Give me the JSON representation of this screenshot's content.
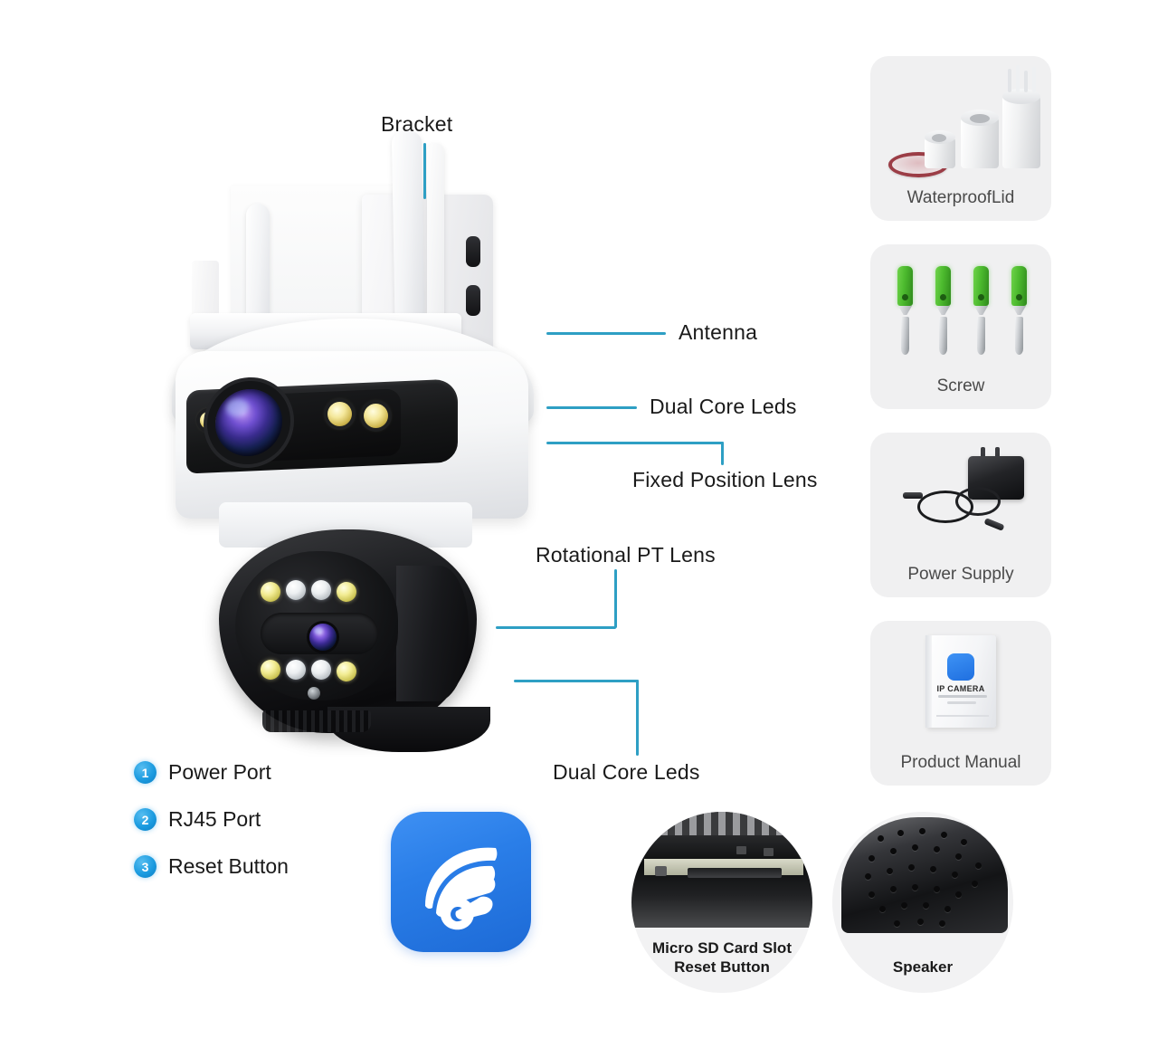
{
  "page": {
    "title": "IP Camera Product Feature Infographic",
    "background_color": "#ffffff",
    "leader_line_color": "#2e9fc4",
    "badge_color": "#1b9be0",
    "panel_color": "#f0f0f1"
  },
  "callouts": [
    {
      "id": "bracket",
      "label": "Bracket"
    },
    {
      "id": "antenna",
      "label": "Antenna"
    },
    {
      "id": "dual-core-leds-top",
      "label": "Dual Core Leds"
    },
    {
      "id": "fixed-position-lens",
      "label": "Fixed Position Lens"
    },
    {
      "id": "rotational-pt-lens",
      "label": "Rotational PT Lens"
    },
    {
      "id": "dual-core-leds-bottom",
      "label": "Dual Core Leds"
    }
  ],
  "port_list": [
    {
      "number": "1",
      "label": "Power Port"
    },
    {
      "number": "2",
      "label": "RJ45 Port"
    },
    {
      "number": "3",
      "label": "Reset Button"
    }
  ],
  "accessories": [
    {
      "id": "waterproof-lid",
      "label": "WaterproofLid",
      "icon": "waterproof-lid-icon"
    },
    {
      "id": "screw",
      "label": "Screw",
      "icon": "screw-icon"
    },
    {
      "id": "power-supply",
      "label": "Power Supply",
      "icon": "power-supply-icon"
    },
    {
      "id": "product-manual",
      "label": "Product Manual",
      "icon": "manual-icon"
    }
  ],
  "manual_cover": {
    "title": "IP CAMERA",
    "app_icon": "ipcamera-app-icon"
  },
  "bottom": {
    "app_icon": "icsee-app-icon",
    "photos": [
      {
        "id": "sd-card-slot",
        "line1": "Micro SD Card Slot",
        "line2": "Reset Button",
        "icon": "microsd-board-icon"
      },
      {
        "id": "speaker",
        "line1": "Speaker",
        "line2": "",
        "icon": "speaker-grille-icon"
      }
    ]
  }
}
